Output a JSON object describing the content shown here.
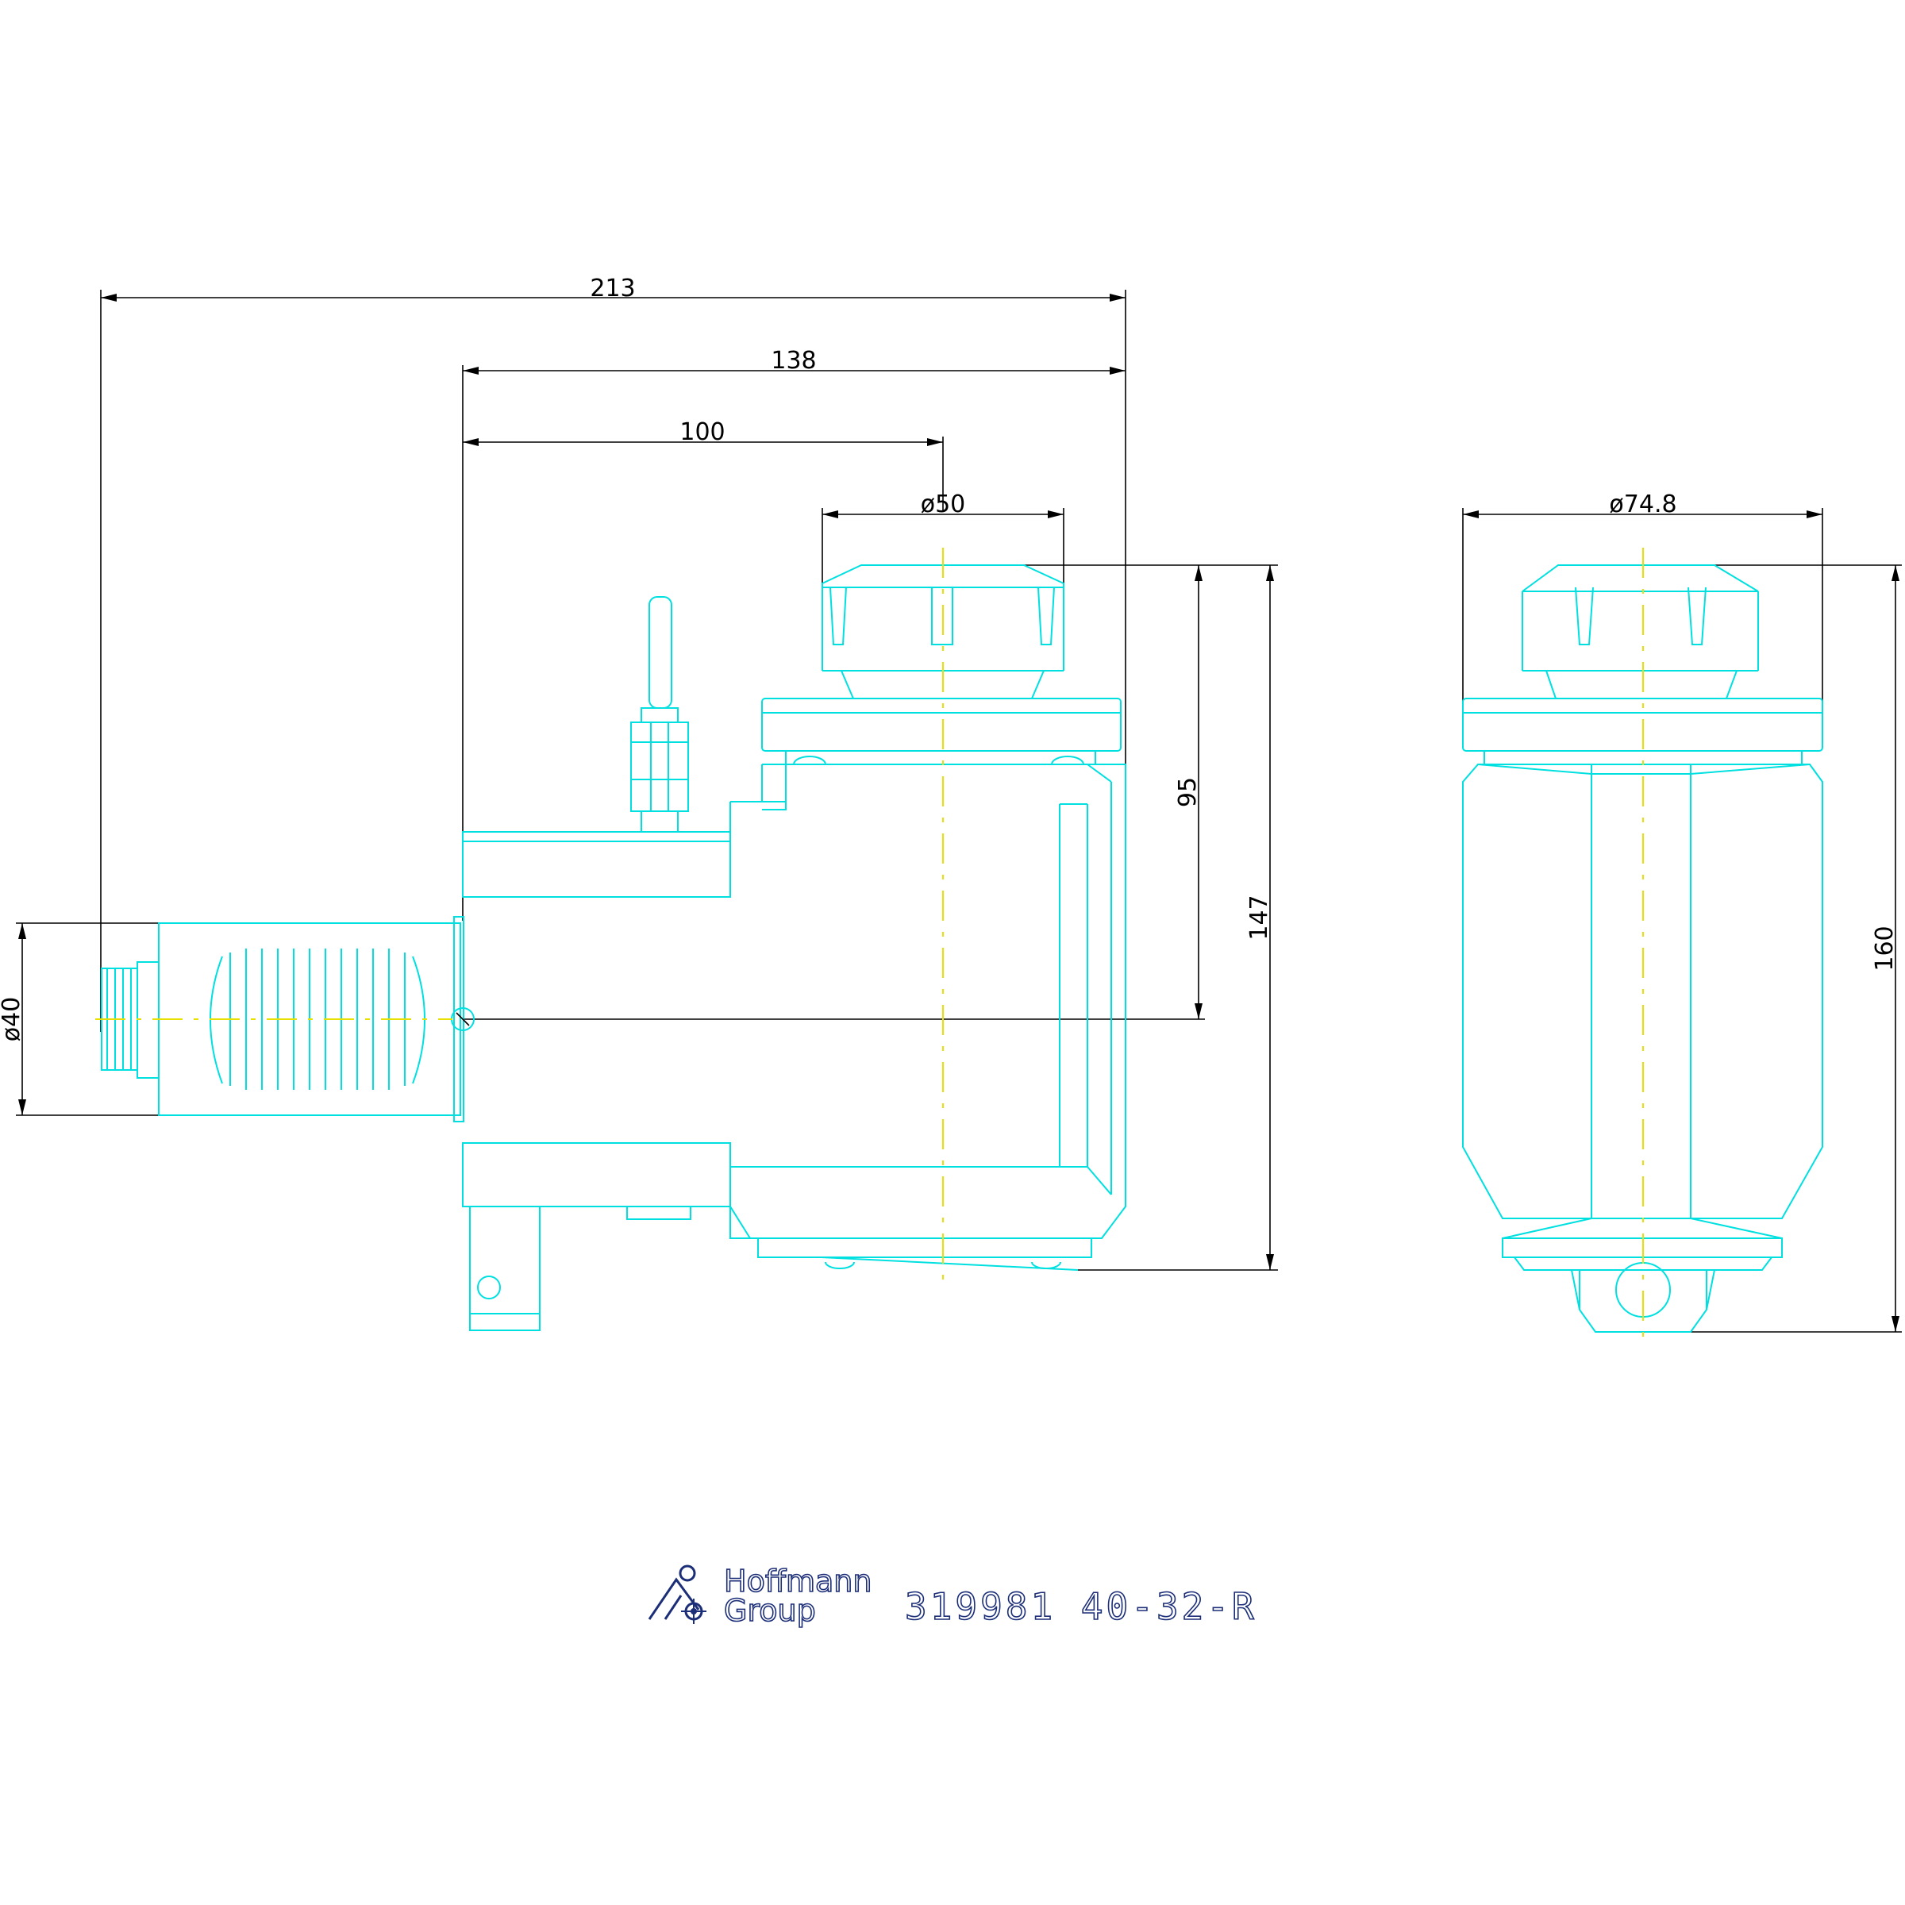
{
  "dimensions": {
    "overall_length": "213",
    "flange_to_face": "138",
    "flange_to_axis": "100",
    "collet_nut_dia": "ø50",
    "drive_dia": "ø40",
    "axis_height": "95",
    "total_height": "147",
    "front_dia": "ø74.8",
    "front_height": "160"
  },
  "title_block": {
    "brand_line1": "Hoffmann",
    "brand_line2": "Group",
    "part_code": "319981  40-32-R"
  },
  "colors": {
    "outline": "#00e0e0",
    "center_line": "#e8e000",
    "dimension": "#000000",
    "logo": "#1c2e78"
  }
}
